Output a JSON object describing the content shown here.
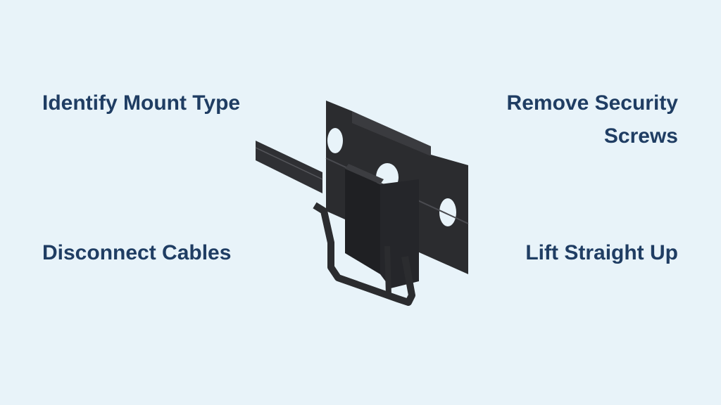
{
  "steps": {
    "top_left": "Identify Mount Type",
    "bottom_left": "Disconnect Cables",
    "top_right": "Remove Security Screws",
    "bottom_right": "Lift Straight Up"
  },
  "colors": {
    "background": "#e8f3f9",
    "text": "#1f3d63",
    "mount": "#2a2b2e"
  },
  "image": {
    "icon": "tv-wall-mount-exploded-icon"
  }
}
